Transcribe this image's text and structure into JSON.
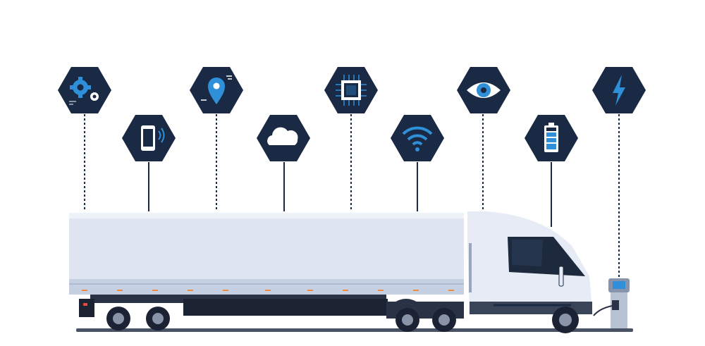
{
  "colors": {
    "hex_fill": "#1a2a44",
    "icon_accent": "#2f8fd8",
    "icon_light": "#ffffff",
    "trailer": "#dfe6f2",
    "trailer_shade": "#c5d0e3",
    "chassis": "#2a3345",
    "road": "#4a5266",
    "marker": "#f08a3c"
  },
  "icons": [
    {
      "name": "gears-icon",
      "line": "dotted"
    },
    {
      "name": "smartphone-icon",
      "line": "solid"
    },
    {
      "name": "location-pin-icon",
      "line": "dotted"
    },
    {
      "name": "cloud-icon",
      "line": "solid"
    },
    {
      "name": "processor-chip-icon",
      "line": "dotted"
    },
    {
      "name": "wifi-icon",
      "line": "solid"
    },
    {
      "name": "eye-sensor-icon",
      "line": "dotted"
    },
    {
      "name": "battery-icon",
      "line": "solid"
    },
    {
      "name": "lightning-bolt-icon",
      "line": "dotted"
    }
  ]
}
